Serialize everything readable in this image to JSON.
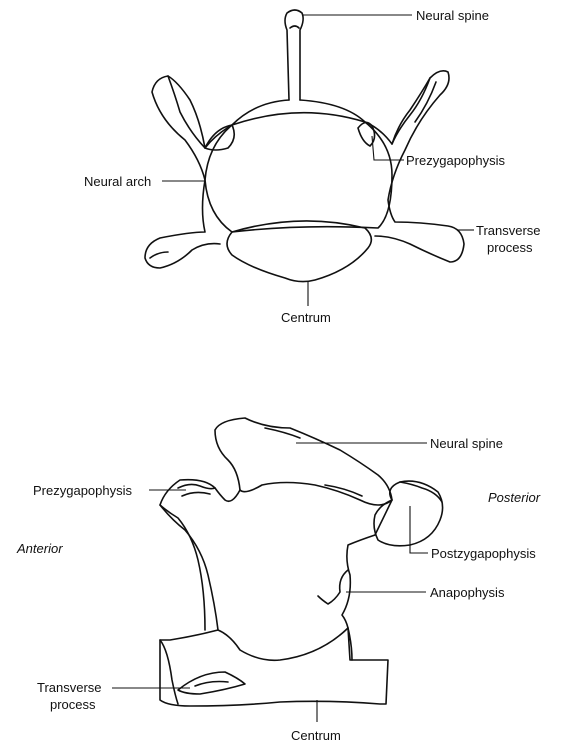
{
  "top_view": {
    "labels": {
      "neural_spine": "Neural spine",
      "prezygapophysis": "Prezygapophysis",
      "neural_arch": "Neural arch",
      "transverse_process_line1": "Transverse",
      "transverse_process_line2": "process",
      "centrum": "Centrum"
    }
  },
  "lateral_view": {
    "labels": {
      "neural_spine": "Neural spine",
      "prezygapophysis": "Prezygapophysis",
      "posterior": "Posterior",
      "anterior": "Anterior",
      "postzygapophysis": "Postzygapophysis",
      "anapophysis": "Anapophysis",
      "transverse_process_line1": "Transverse",
      "transverse_process_line2": "process",
      "centrum": "Centrum"
    }
  },
  "colors": {
    "ink": "#111111",
    "background": "#ffffff"
  }
}
